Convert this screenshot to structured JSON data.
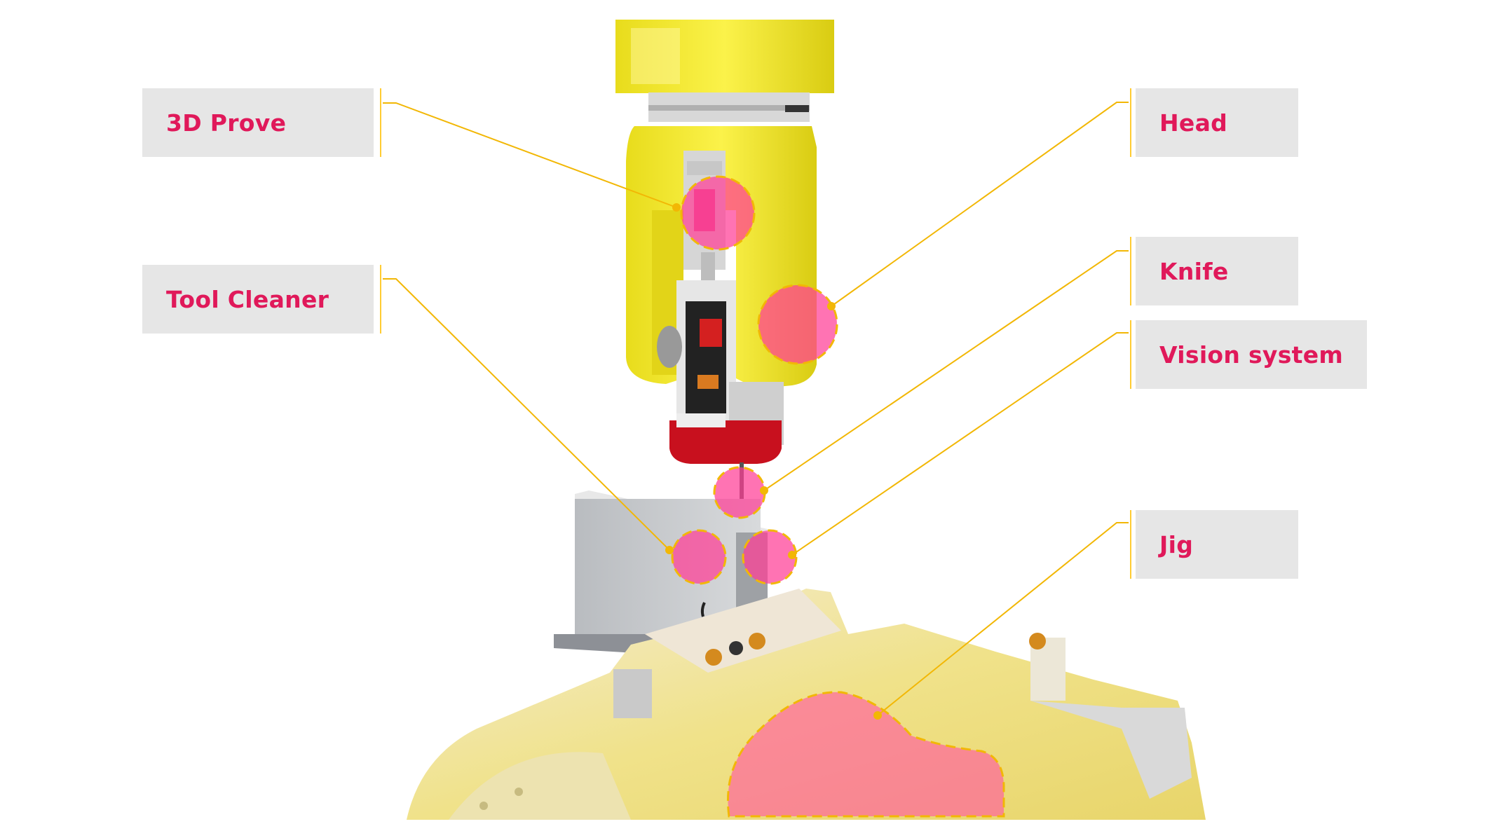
{
  "colors": {
    "label_text": "#e0195a",
    "label_bg": "#e6e6e6",
    "leader_line": "#f2b705",
    "marker_fill": "#ff3d96",
    "marker_border": "#f2b705",
    "robot_yellow": "#f3ea2c",
    "head_red": "#c8101e"
  },
  "labels": {
    "probe": "3D Prove",
    "tool_cleaner": "Tool Cleaner",
    "head": "Head",
    "knife": "Knife",
    "vision": "Vision system",
    "jig": "Jig"
  }
}
